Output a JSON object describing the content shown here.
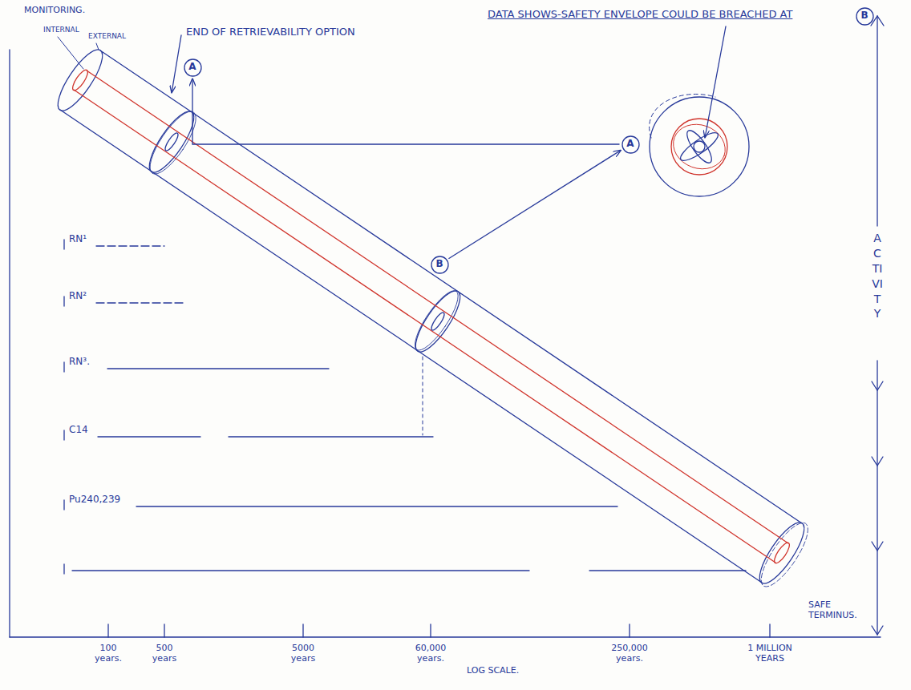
{
  "diagram": {
    "nodes": [
      {
        "text": [
          "B"
        ]
      },
      {
        "text": [
          "A"
        ]
      },
      {
        "text": [
          "A"
        ]
      },
      {
        "text": [
          "B"
        ]
      }
    ],
    "edges": [
      {
        "from": 2,
        "to": 1,
        "arrow": "to"
      },
      {
        "from": 3,
        "to": 2,
        "arrow": "to"
      }
    ],
    "labels": [
      "MONITORING.",
      "INTERNAL",
      "EXTERNAL",
      "END OF RETRIEVABILITY OPTION",
      "DATA SHOWS-SAFETY ENVELOPE COULD BE BREACHED AT",
      "ACTIVITY",
      "RN¹",
      "RN²",
      "RN³.",
      "C14",
      "Pu240,239",
      "SAFE TERMINUS.",
      "100 years.",
      "500 years",
      "5000 years",
      "60,000 years.",
      "250,000 years.",
      "1 MILLION YEARS",
      "LOG SCALE."
    ]
  }
}
